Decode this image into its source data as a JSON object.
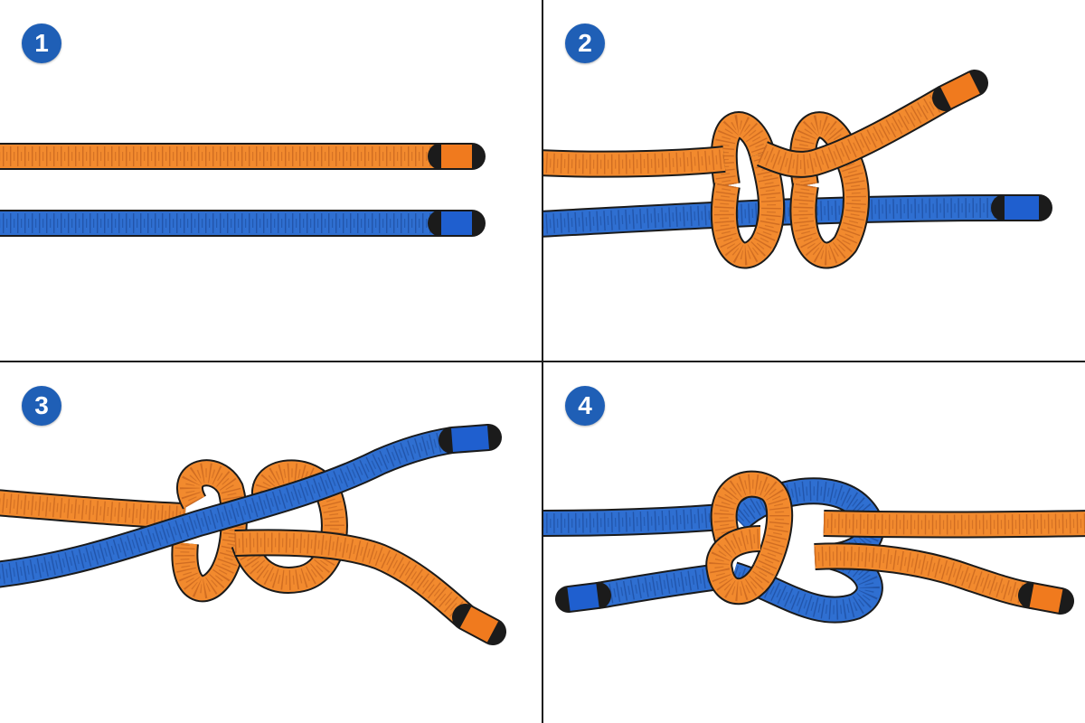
{
  "colors": {
    "orange": "#f28a2e",
    "orange_dark": "#b4561a",
    "orange_tip": "#f07a1e",
    "blue": "#2f6fd1",
    "blue_dark": "#17408a",
    "blue_tip": "#1f5fcf",
    "badge": "#1f5fb6",
    "outline": "#1b1b1b"
  },
  "steps": [
    {
      "number": "1"
    },
    {
      "number": "2"
    },
    {
      "number": "3"
    },
    {
      "number": "4"
    }
  ]
}
